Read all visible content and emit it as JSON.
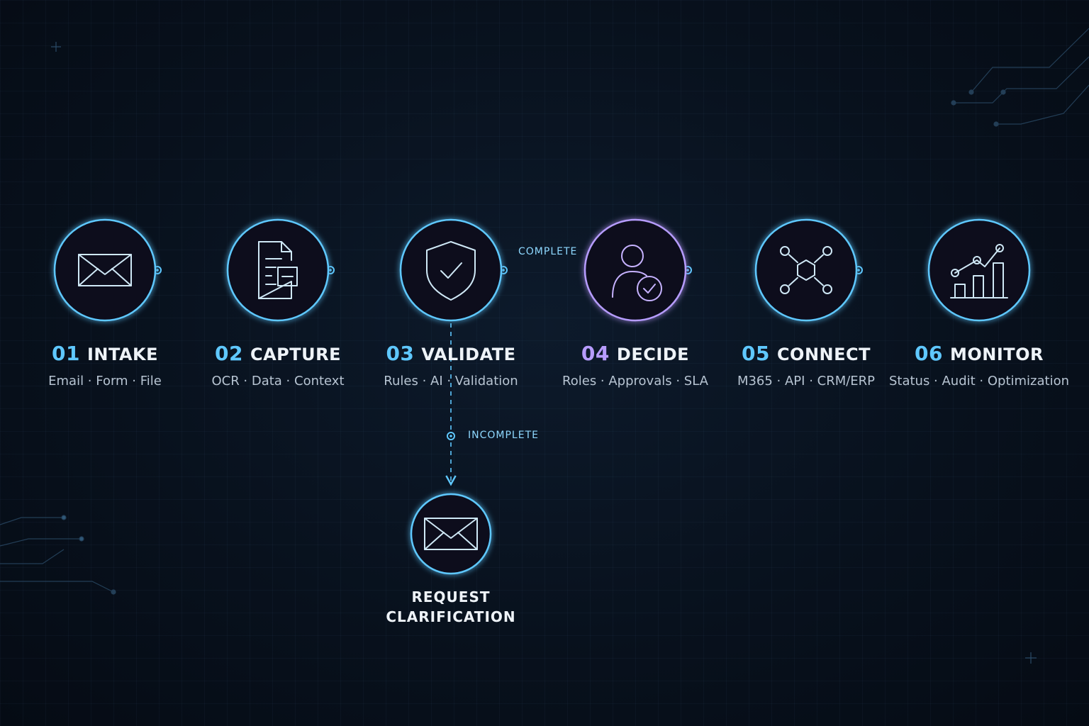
{
  "colors": {
    "accent": "#5fc8ff",
    "accent_alt": "#b79cff",
    "text": "#eef3f8",
    "subtext": "#b7c4d2"
  },
  "steps": [
    {
      "num": "01",
      "title": "INTAKE",
      "sub": "Email · Form · File",
      "icon": "envelope-icon"
    },
    {
      "num": "02",
      "title": "CAPTURE",
      "sub": "OCR · Data · Context",
      "icon": "document-scan-icon"
    },
    {
      "num": "03",
      "title": "VALIDATE",
      "sub": "Rules · AI · Validation",
      "icon": "shield-check-icon"
    },
    {
      "num": "04",
      "title": "DECIDE",
      "sub": "Roles · Approvals · SLA",
      "icon": "user-check-icon"
    },
    {
      "num": "05",
      "title": "CONNECT",
      "sub": "M365 · API · CRM/ERP",
      "icon": "network-hub-icon"
    },
    {
      "num": "06",
      "title": "MONITOR",
      "sub": "Status · Audit · Optimization",
      "icon": "chart-trend-icon"
    }
  ],
  "edges": {
    "complete": "COMPLETE",
    "incomplete": "INCOMPLETE"
  },
  "request": {
    "line1": "REQUEST",
    "line2": "CLARIFICATION",
    "icon": "envelope-icon"
  }
}
